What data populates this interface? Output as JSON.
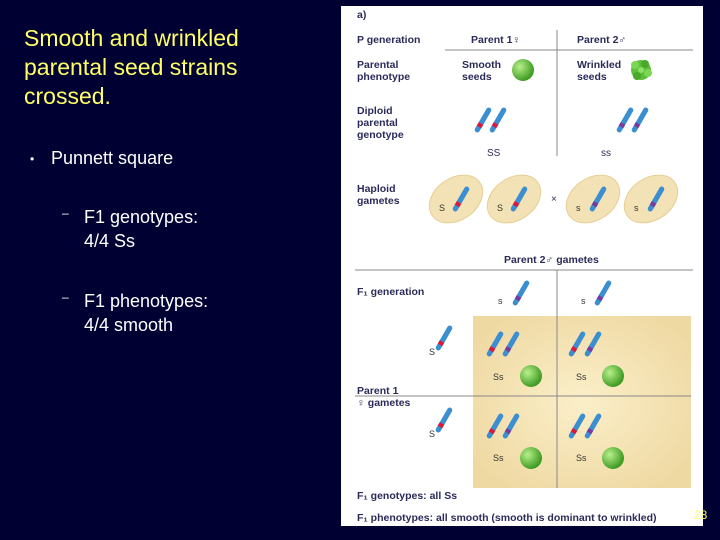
{
  "slide": {
    "title": "Smooth and wrinkled\nparental seed strains\ncrossed.",
    "bullet": "Punnett square",
    "sub_genotypes": "F1 genotypes:\n4/4 Ss",
    "sub_phenotypes": "F1 phenotypes:\n4/4 smooth",
    "page_number": "28"
  },
  "figure": {
    "panel_label": "a)",
    "p_generation": "P generation",
    "parent1": "Parent 1♀",
    "parent2": "Parent 2♂",
    "parental_phenotype": "Parental phenotype",
    "smooth_seeds": "Smooth seeds",
    "wrinkled_seeds": "Wrinkled seeds",
    "diploid_genotype": "Diploid parental genotype",
    "genotype_ss_upper": "SS",
    "genotype_ss_lower": "ss",
    "haploid_gametes": "Haploid gametes",
    "allele_upper": "S",
    "allele_lower": "s",
    "cross_symbol": "×",
    "parent2_gametes": "Parent 2♂ gametes",
    "f1_generation": "F₁ generation",
    "parent1_gametes": "Parent 1 ♀ gametes",
    "cell_genotype": "Ss",
    "f1_genotypes": "F₁ genotypes: all Ss",
    "f1_phenotypes": "F₁ phenotypes: all smooth (smooth is dominant to wrinkled)"
  },
  "colors": {
    "background": "#000033",
    "title": "#ffff66",
    "bullet_text": "#ffffff",
    "punnett_fill": "#f3e2b6",
    "smooth_seed": "#5cbf3a",
    "chromosome": "#3b8ed0",
    "allele_S_band": "#d81b3c",
    "allele_s_band": "#7a3a9c"
  }
}
